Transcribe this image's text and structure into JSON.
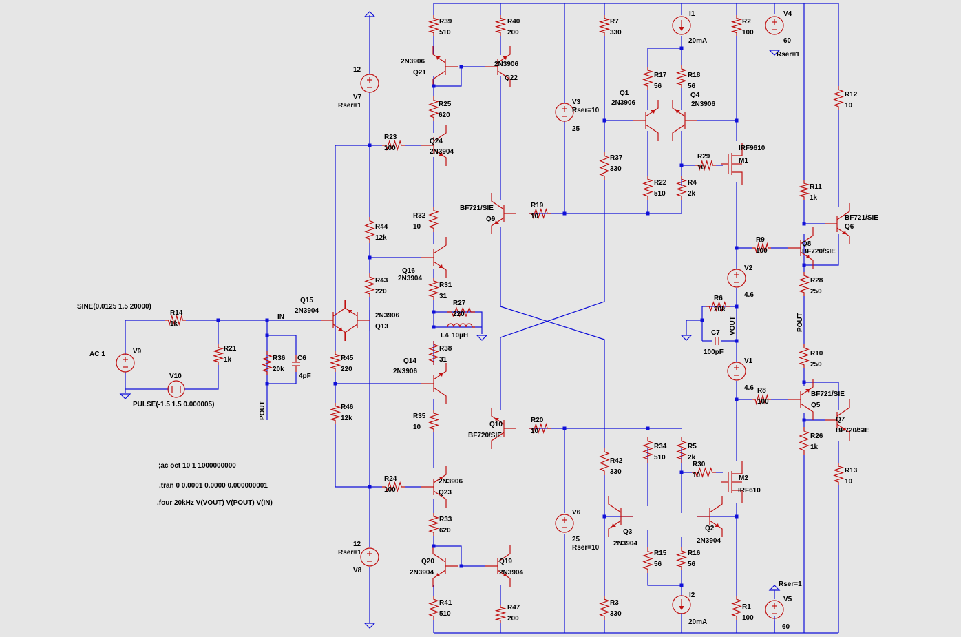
{
  "net_labels": {
    "in": "IN",
    "vout": "VOUT",
    "pout1": "POUT",
    "pout2": "POUT"
  },
  "source_texts": {
    "v9_label": "V9",
    "v9_value": "AC 1",
    "v10_label": "V10",
    "v10_value": "PULSE(-1.5 1.5 0.000005)",
    "sine": "SINE(0.0125 1.5 20000)",
    "v7_label": "V7",
    "v7_value": "12",
    "v7_rser": "Rser=1",
    "v8_label": "V8",
    "v8_value": "12",
    "v8_rser": "Rser=1",
    "v3_label": "V3",
    "v3_value": "25",
    "v3_rser": "Rser=10",
    "v6_label": "V6",
    "v6_value": "25",
    "v6_rser": "Rser=10",
    "v4_label": "V4",
    "v4_value": "60",
    "v4_rser": "Rser=1",
    "v5_label": "V5",
    "v5_value": "60",
    "v5_rser": "Rser=1",
    "v2_label": "V2",
    "v2_value": "4.6",
    "v1_label": "V1",
    "v1_value": "4.6",
    "i1_label": "I1",
    "i1_value": "20mA",
    "i2_label": "I2",
    "i2_value": "20mA"
  },
  "directives": [
    ";ac oct 10 1 1000000000",
    ".tran 0 0.0001 0.0000 0.000000001",
    ".four 20kHz V(VOUT) V(POUT) V(IN)"
  ],
  "resistors": [
    {
      "ref": "R39",
      "value": "510"
    },
    {
      "ref": "R40",
      "value": "200"
    },
    {
      "ref": "R7",
      "value": "330"
    },
    {
      "ref": "R2",
      "value": "100"
    },
    {
      "ref": "R17",
      "value": "56"
    },
    {
      "ref": "R18",
      "value": "56"
    },
    {
      "ref": "R25",
      "value": "620"
    },
    {
      "ref": "R23",
      "value": "100"
    },
    {
      "ref": "R37",
      "value": "330"
    },
    {
      "ref": "R29",
      "value": "10"
    },
    {
      "ref": "R22",
      "value": "510"
    },
    {
      "ref": "R4",
      "value": "2k"
    },
    {
      "ref": "R12",
      "value": "10"
    },
    {
      "ref": "R11",
      "value": "1k"
    },
    {
      "ref": "R32",
      "value": "10"
    },
    {
      "ref": "R19",
      "value": "10"
    },
    {
      "ref": "R44",
      "value": "12k"
    },
    {
      "ref": "R9",
      "value": "100"
    },
    {
      "ref": "R43",
      "value": "220"
    },
    {
      "ref": "R31",
      "value": "31"
    },
    {
      "ref": "R28",
      "value": "250"
    },
    {
      "ref": "R27",
      "value": "220"
    },
    {
      "ref": "R6",
      "value": "20k"
    },
    {
      "ref": "R14",
      "value": "1k"
    },
    {
      "ref": "R21",
      "value": "1k"
    },
    {
      "ref": "R36",
      "value": "20k"
    },
    {
      "ref": "R45",
      "value": "220"
    },
    {
      "ref": "R38",
      "value": "31"
    },
    {
      "ref": "R10",
      "value": "250"
    },
    {
      "ref": "R8",
      "value": "100"
    },
    {
      "ref": "R46",
      "value": "12k"
    },
    {
      "ref": "R35",
      "value": "10"
    },
    {
      "ref": "R20",
      "value": "10"
    },
    {
      "ref": "R34",
      "value": "510"
    },
    {
      "ref": "R5",
      "value": "2k"
    },
    {
      "ref": "R30",
      "value": "10"
    },
    {
      "ref": "R26",
      "value": "1k"
    },
    {
      "ref": "R13",
      "value": "10"
    },
    {
      "ref": "R42",
      "value": "330"
    },
    {
      "ref": "R24",
      "value": "100"
    },
    {
      "ref": "R33",
      "value": "620"
    },
    {
      "ref": "R15",
      "value": "56"
    },
    {
      "ref": "R16",
      "value": "56"
    },
    {
      "ref": "R41",
      "value": "510"
    },
    {
      "ref": "R47",
      "value": "200"
    },
    {
      "ref": "R3",
      "value": "330"
    },
    {
      "ref": "R1",
      "value": "100"
    }
  ],
  "capacitors": [
    {
      "ref": "C6",
      "value": "4pF"
    },
    {
      "ref": "C7",
      "value": "100pF"
    }
  ],
  "inductors": [
    {
      "ref": "L4",
      "value": "10µH"
    }
  ],
  "transistors": [
    {
      "ref": "Q21",
      "model": "2N3906"
    },
    {
      "ref": "Q22",
      "model": "2N3906"
    },
    {
      "ref": "Q24",
      "model": "2N3904"
    },
    {
      "ref": "Q1",
      "model": "2N3906"
    },
    {
      "ref": "Q4",
      "model": "2N3906"
    },
    {
      "ref": "M1",
      "model": "IRF9610"
    },
    {
      "ref": "Q9",
      "model": "BF721/SIE"
    },
    {
      "ref": "Q16",
      "model": "2N3904"
    },
    {
      "ref": "Q15",
      "model": "2N3904"
    },
    {
      "ref": "Q13",
      "model": "2N3906"
    },
    {
      "ref": "Q14",
      "model": "2N3906"
    },
    {
      "ref": "Q8",
      "model": "BF720/SIE"
    },
    {
      "ref": "Q6",
      "model": "BF721/SIE"
    },
    {
      "ref": "Q10",
      "model": "BF720/SIE"
    },
    {
      "ref": "Q5",
      "model": "BF721/SIE"
    },
    {
      "ref": "Q7",
      "model": "BF720/SIE"
    },
    {
      "ref": "M2",
      "model": "IRF610"
    },
    {
      "ref": "Q23",
      "model": "2N3906"
    },
    {
      "ref": "Q3",
      "model": "2N3904"
    },
    {
      "ref": "Q2",
      "model": "2N3904"
    },
    {
      "ref": "Q20",
      "model": "2N3904"
    },
    {
      "ref": "Q19",
      "model": "2N3904"
    }
  ],
  "colors": {
    "wire": "#1010d8",
    "part": "#c01010",
    "text": "#000000",
    "background": "#e6e6e6"
  }
}
